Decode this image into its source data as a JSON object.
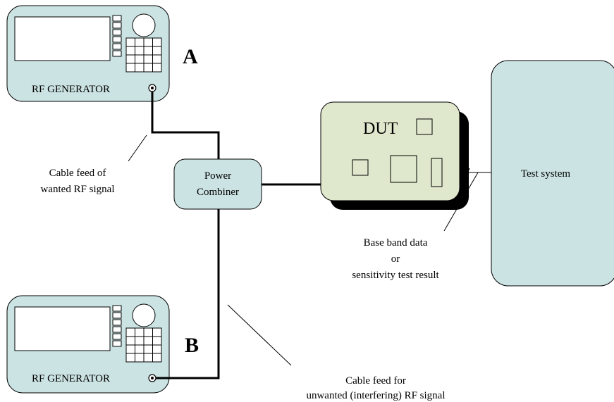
{
  "colors": {
    "generator_fill": "#cce3e3",
    "combiner_fill": "#cce3e3",
    "test_system_fill": "#cce3e3",
    "dut_fill": "#dfe7cc",
    "dut_shadow": "#000000",
    "line": "#000000",
    "screen_fill": "#ffffff"
  },
  "generator_a": {
    "label": "RF GENERATOR",
    "tag": "A"
  },
  "generator_b": {
    "label": "RF GENERATOR",
    "tag": "B"
  },
  "combiner": {
    "line1": "Power",
    "line2": "Combiner"
  },
  "dut": {
    "label": "DUT"
  },
  "test_system": {
    "label": "Test system"
  },
  "annotations": {
    "wanted_line1": "Cable feed of",
    "wanted_line2": "wanted RF signal",
    "baseband_line1": "Base band data",
    "baseband_line2": "or",
    "baseband_line3": "sensitivity test result",
    "unwanted_line1": "Cable feed for",
    "unwanted_line2": "unwanted (interfering) RF signal"
  }
}
